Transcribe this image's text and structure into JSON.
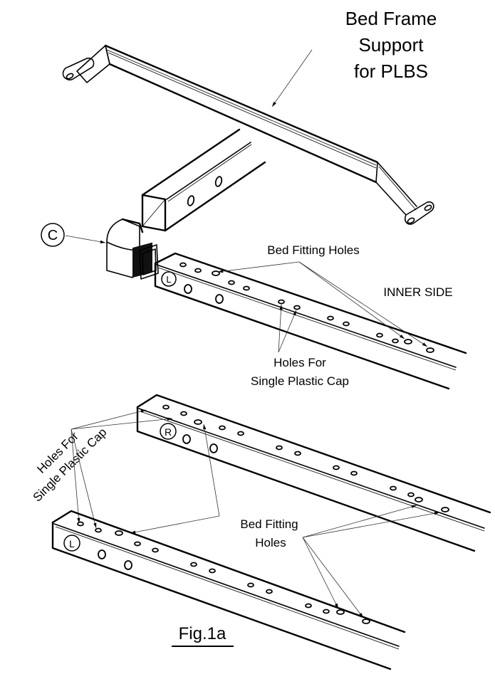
{
  "figure": {
    "title_line1": "Bed Frame",
    "title_line2": "Support",
    "title_line3": "for PLBS",
    "caption": "Fig.1a"
  },
  "callouts": {
    "corner_connector": "C",
    "top_rail_left": "L",
    "middle_rail_right": "R",
    "bottom_rail_left": "L"
  },
  "labels": {
    "bed_fitting_holes_top": "Bed Fitting Holes",
    "inner_side": "INNER SIDE",
    "holes_for_cap_top_line1": "Holes For",
    "holes_for_cap_top_line2": "Single Plastic Cap",
    "holes_for_cap_rotated_line1": "Holes For",
    "holes_for_cap_rotated_line2": "Single Plastic Cap",
    "bed_fitting_holes_bottom_line1": "Bed Fitting",
    "bed_fitting_holes_bottom_line2": "Holes"
  },
  "colors": {
    "line": "#000000",
    "background": "#ffffff"
  }
}
